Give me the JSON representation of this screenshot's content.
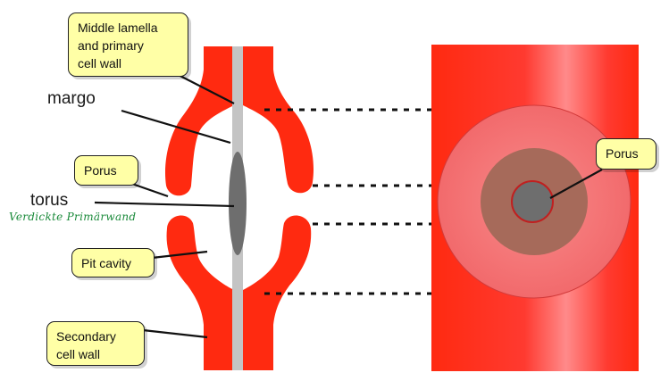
{
  "labels": {
    "middle_lamella": "Middle lamella\nand primary\ncell wall",
    "margo": "margo",
    "porus_left": "Porus",
    "torus": "torus",
    "handwritten_note": "Verdickte Primärwand",
    "pit_cavity": "Pit cavity",
    "secondary_wall": "Secondary\ncell wall",
    "porus_right": "Porus"
  },
  "colors": {
    "cell_wall": "#ff2a10",
    "wall_highlight": "#ff8a8a",
    "lamella": "#c4c4c4",
    "torus": "#6e6e6e",
    "torus_ring": "#a66a5a",
    "margo_disc": "#f5777a",
    "callout_fill": "#ffffa6",
    "note_green": "#1a8a3a"
  }
}
